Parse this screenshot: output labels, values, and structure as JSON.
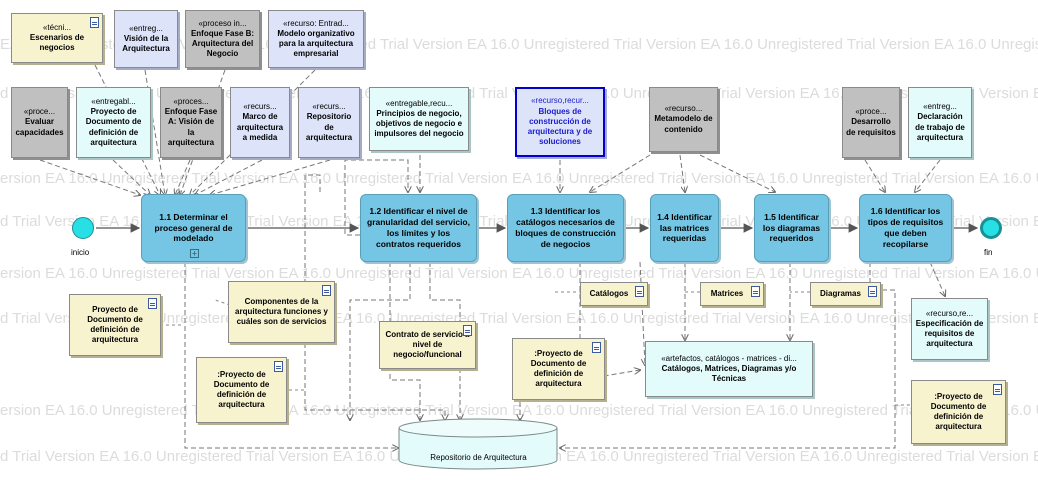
{
  "watermark": {
    "text": "EA 16.0 Unregistered Trial Version",
    "rows": [
      "EA 16.0 Unregistered Trial Version     EA 16.0 Unregistered Trial Version     EA 16.0 Unregistered Trial Version     EA 16.0 Unregistered Trial Version     EA 16.0 Unregistered Trial Version",
      "d Trial Version     EA 16.0 Unregistered Trial Version     EA 16.0 Unregistered Trial Version     EA 16.0 Unregistered Trial Version     EA 16.0 Unregistered Trial Version     EA 16.0",
      "ersion     EA 16.0 Unregistered Trial Version     EA 16.0 Unregistered Trial Version     EA 16.0 Unregistered Trial Version     EA 16.0 Unregistered Trial Version     EA 16.0 Unr",
      "d Trial Version     EA 16.0 Unregistered Trial Version     EA 16.0 Unregistered Trial Version     EA 16.0 Unregistered Trial Version     EA 16.0 Unregistered Trial Version     EA 16.0",
      "ersion     EA 16.0 Unregistered Trial Version     EA 16.0 Unregistered Trial Version     EA 16.0 Unregistered Trial Version     EA 16.0 Unregistered Trial Version     EA 16.0 Unr",
      "d Trial Version     EA 16.0 Unregistered Trial Version     EA 16.0 Unregistered Trial Version     EA 16.0 Unregistered Trial Version     EA 16.0 Unregistered Trial Version     EA 16.0",
      "ersion     EA 16.0 Unregistered Trial Version     EA 16.0 Unregistered Trial Version     EA 16.0 Unregistered Trial Version     EA 16.0 Unregistered Trial Version     EA 16.0 Unr",
      "d Trial Version     EA 16.0 Unregistered Trial Version     EA 16.0 Unregistered Trial Version     EA 16.0 Unregistered Trial Version     EA 16.0 Unregistered Trial Version     EA 16.0"
    ]
  },
  "events": {
    "start": "inicio",
    "end": "fin"
  },
  "tasks": [
    {
      "id": "t1",
      "label": "1.1 Determinar el proceso general de modelado"
    },
    {
      "id": "t2",
      "label": "1.2 Identificar el nivel de granularidad del servicio, los límites y los contratos requeridos"
    },
    {
      "id": "t3",
      "label": "1.3 Identificar los catálogos necesarios de bloques de construcción de negocios"
    },
    {
      "id": "t4",
      "label": "1.4 Identificar las matrices requeridas"
    },
    {
      "id": "t5",
      "label": "1.5 Identificar los diagramas requeridos"
    },
    {
      "id": "t6",
      "label": "1.6 Identificar los tipos de requisitos que deben recopilarse"
    }
  ],
  "artifacts": [
    {
      "id": "a1",
      "stereo": "«técni...",
      "name": "Escenarios de negocios"
    },
    {
      "id": "a2",
      "stereo": "«entreg...",
      "name": "Visión de la Arquitectura"
    },
    {
      "id": "a3",
      "stereo": "«proceso in...",
      "name": "Enfoque Fase B: Arquitectura del Negocio"
    },
    {
      "id": "a4",
      "stereo": "«recurso: Entrad...",
      "name": "Modelo organizativo para la arquitectura empresarial"
    },
    {
      "id": "a5",
      "stereo": "«proce...",
      "name": "Evaluar capacidades"
    },
    {
      "id": "a6",
      "stereo": "«entregabl...",
      "name": "Proyecto de Documento de definición de arquitectura"
    },
    {
      "id": "a7",
      "stereo": "«proces...",
      "name": "Enfoque Fase A: Visión de la arquitectura"
    },
    {
      "id": "a8",
      "stereo": "«recurs...",
      "name": "Marco de arquitectura a medida"
    },
    {
      "id": "a9",
      "stereo": "«recurs...",
      "name": "Repositorio de arquitectura"
    },
    {
      "id": "a10",
      "stereo": "«entregable,recu...",
      "name": "Principios de negocio, objetivos de negocio e impulsores del negocio"
    },
    {
      "id": "a11",
      "stereo": "«recurso,recur...",
      "name": "Bloques de construcción de arquitectura y de soluciones"
    },
    {
      "id": "a12",
      "stereo": "«recurso...",
      "name": "Metamodelo de contenido"
    },
    {
      "id": "a13",
      "stereo": "«proce...",
      "name": "Desarrollo de requisitos"
    },
    {
      "id": "a14",
      "stereo": "«entreg...",
      "name": "Declaración de trabajo de arquitectura"
    },
    {
      "id": "a15",
      "stereo": "«recurso,re...",
      "name": "Especificación de requisitos de arquitectura"
    },
    {
      "id": "a16",
      "stereo": "«artefactos, catálogos - matrices - di...",
      "name": "Catálogos, Matrices, Diagramas y/o Técnicas"
    }
  ],
  "notes": [
    {
      "id": "n1",
      "text": "Proyecto de Documento de definición de arquitectura"
    },
    {
      "id": "n2",
      "text": "Componentes de la arquitectura funciones y cuáles son de servicios"
    },
    {
      "id": "n3",
      "text": "Contrato de servicio a nivel de negocio/funcional"
    },
    {
      "id": "n4",
      "text": ":Proyecto de Documento de definición de arquitectura"
    },
    {
      "id": "n5",
      "text": ":Proyecto de Documento de definición de arquitectura"
    },
    {
      "id": "n6",
      "text": "Catálogos"
    },
    {
      "id": "n7",
      "text": "Matrices"
    },
    {
      "id": "n8",
      "text": "Diagramas"
    },
    {
      "id": "n9",
      "text": ":Proyecto de Documento de definición de arquitectura"
    }
  ],
  "datastore": {
    "label": "Repositorio de Arquitectura"
  }
}
